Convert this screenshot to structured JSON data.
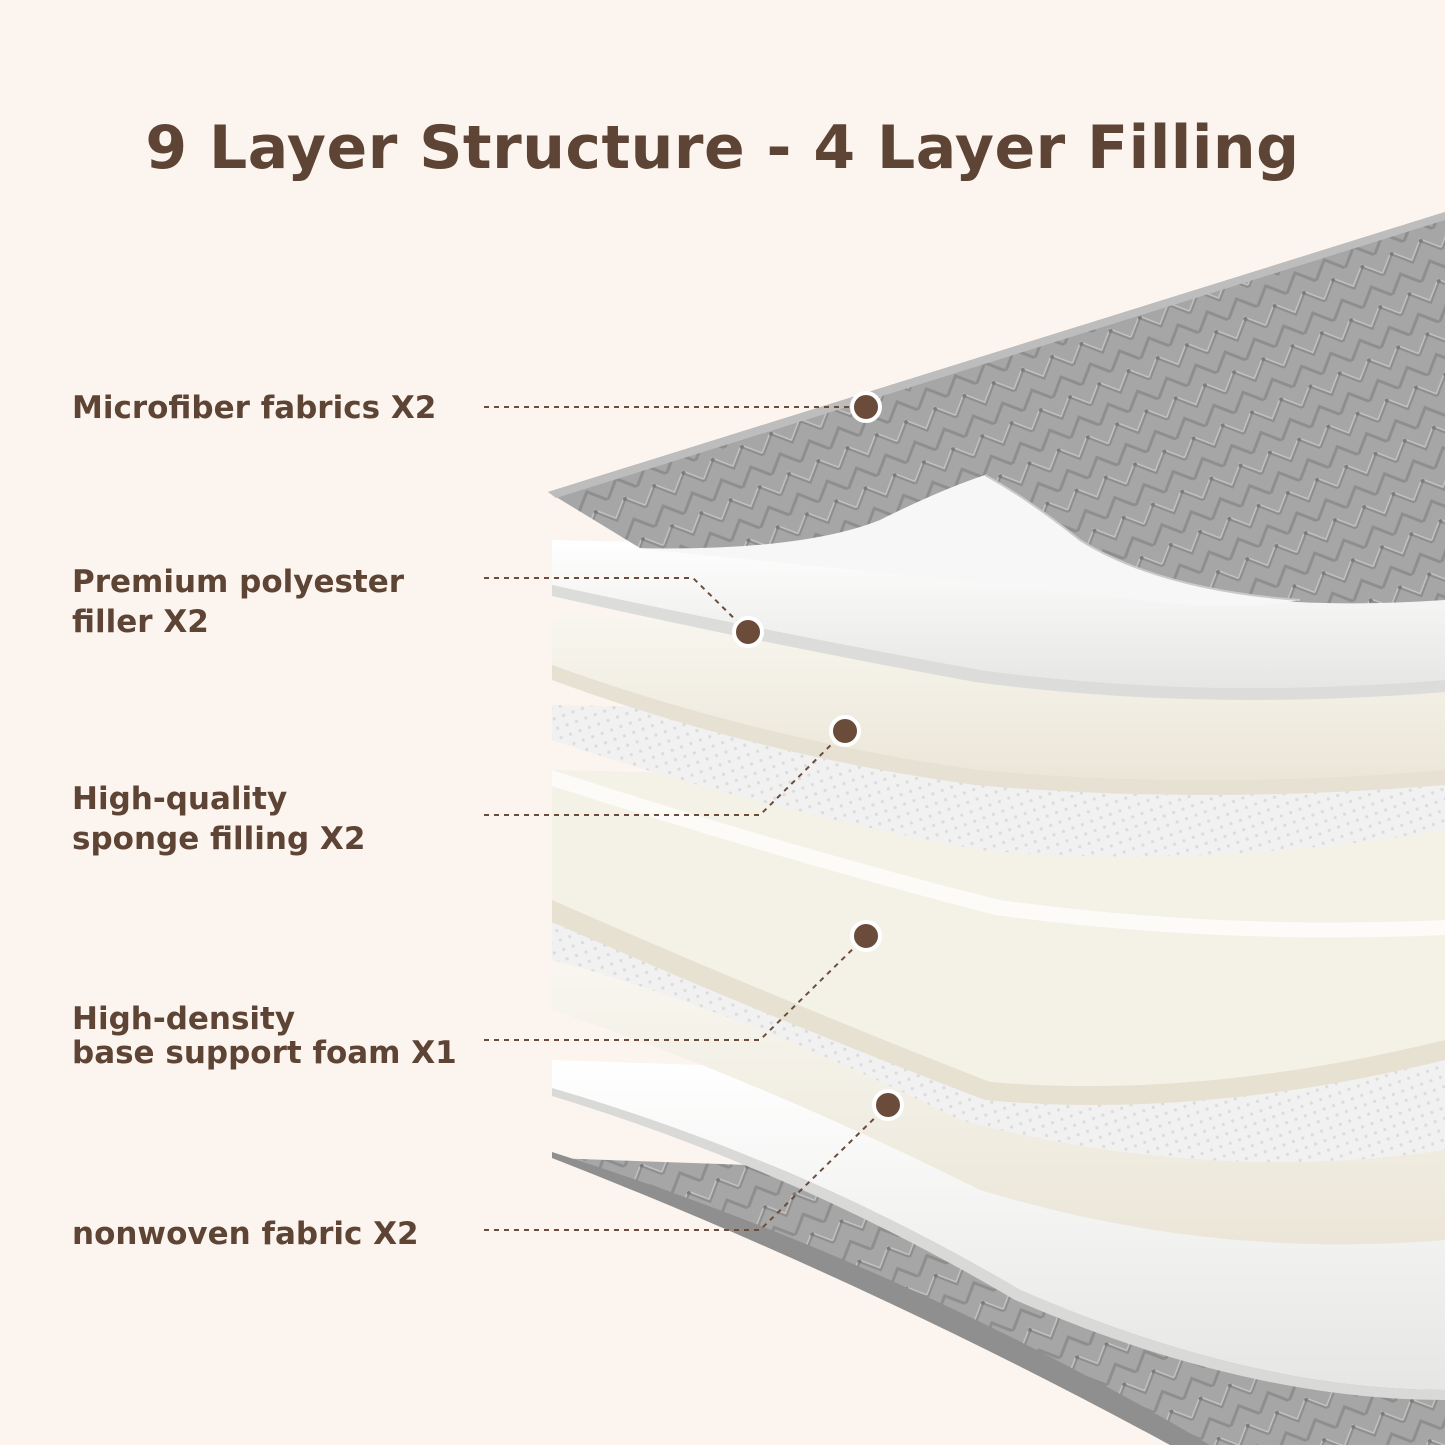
{
  "title": "9 Layer Structure - 4 Layer Filling",
  "labels": [
    {
      "lines": [
        "Microfiber fabrics X2"
      ]
    },
    {
      "lines": [
        "Premium polyester",
        "filler X2"
      ]
    },
    {
      "lines": [
        "High-quality",
        "sponge filling X2"
      ]
    },
    {
      "lines": [
        "High-density",
        "base support foam X1"
      ]
    },
    {
      "lines": [
        "nonwoven fabric X2"
      ]
    }
  ],
  "colors": {
    "background": "#fcf4ee",
    "text": "#5e4434",
    "marker": "#6b4c3b",
    "fabric": "#a9a9a9",
    "filler": "#f5f5f3",
    "foam": "#f3efe3"
  }
}
